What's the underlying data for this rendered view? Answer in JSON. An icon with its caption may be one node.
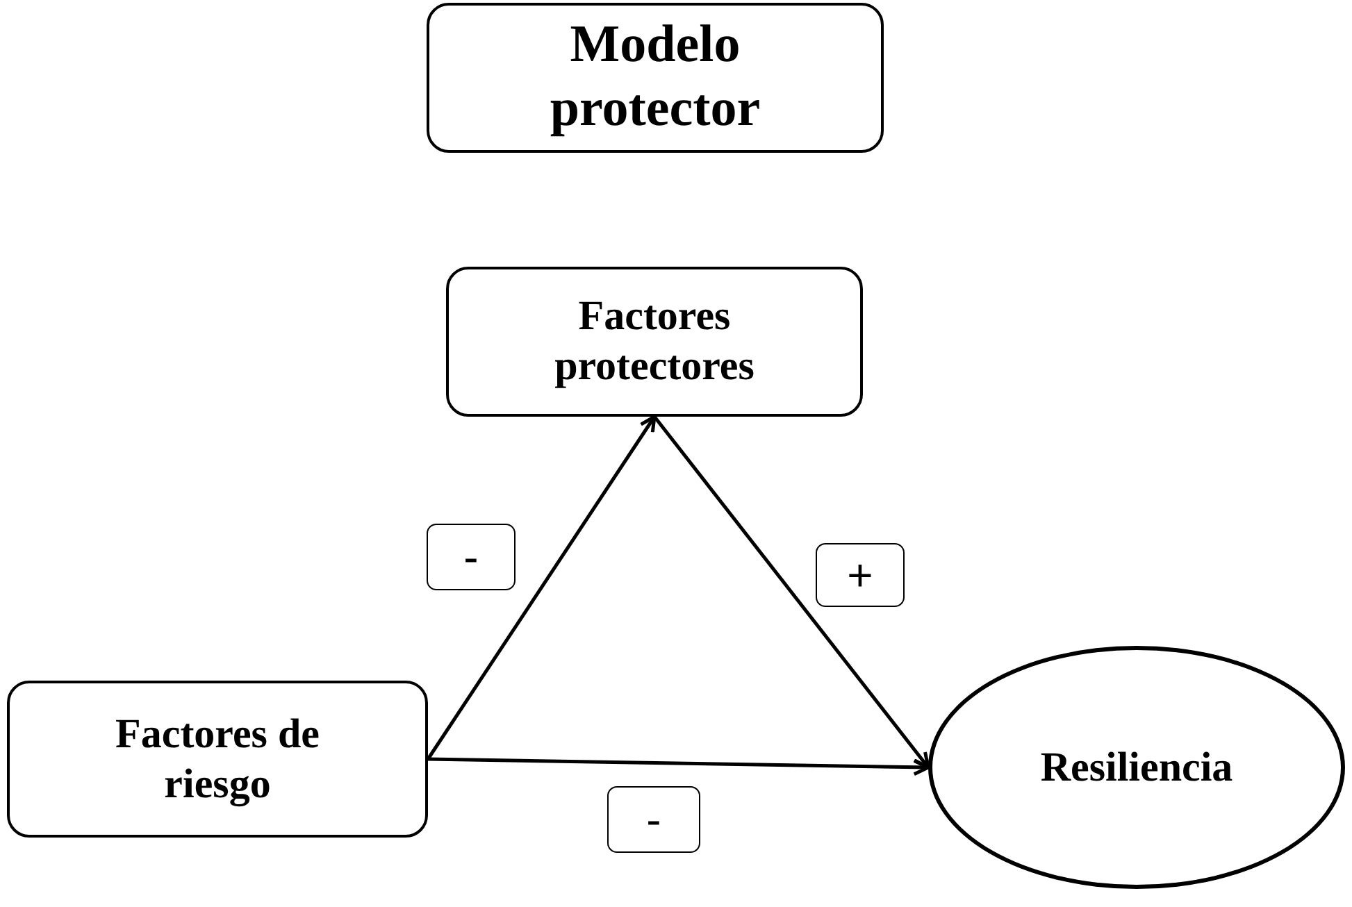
{
  "diagram": {
    "nodes": [
      {
        "text": [
          "Modelo protector"
        ]
      },
      {
        "text": [
          "Factores protectores"
        ]
      },
      {
        "text": [
          "Factores de riesgo"
        ]
      },
      {
        "text": [
          "Resiliencia"
        ]
      }
    ],
    "edges": [
      {
        "from": 2,
        "to": 1,
        "arrow": "to",
        "label": "-"
      },
      {
        "from": 1,
        "to": 3,
        "arrow": "to",
        "label": "+"
      },
      {
        "from": 2,
        "to": 3,
        "arrow": "to",
        "label": "-"
      }
    ]
  }
}
